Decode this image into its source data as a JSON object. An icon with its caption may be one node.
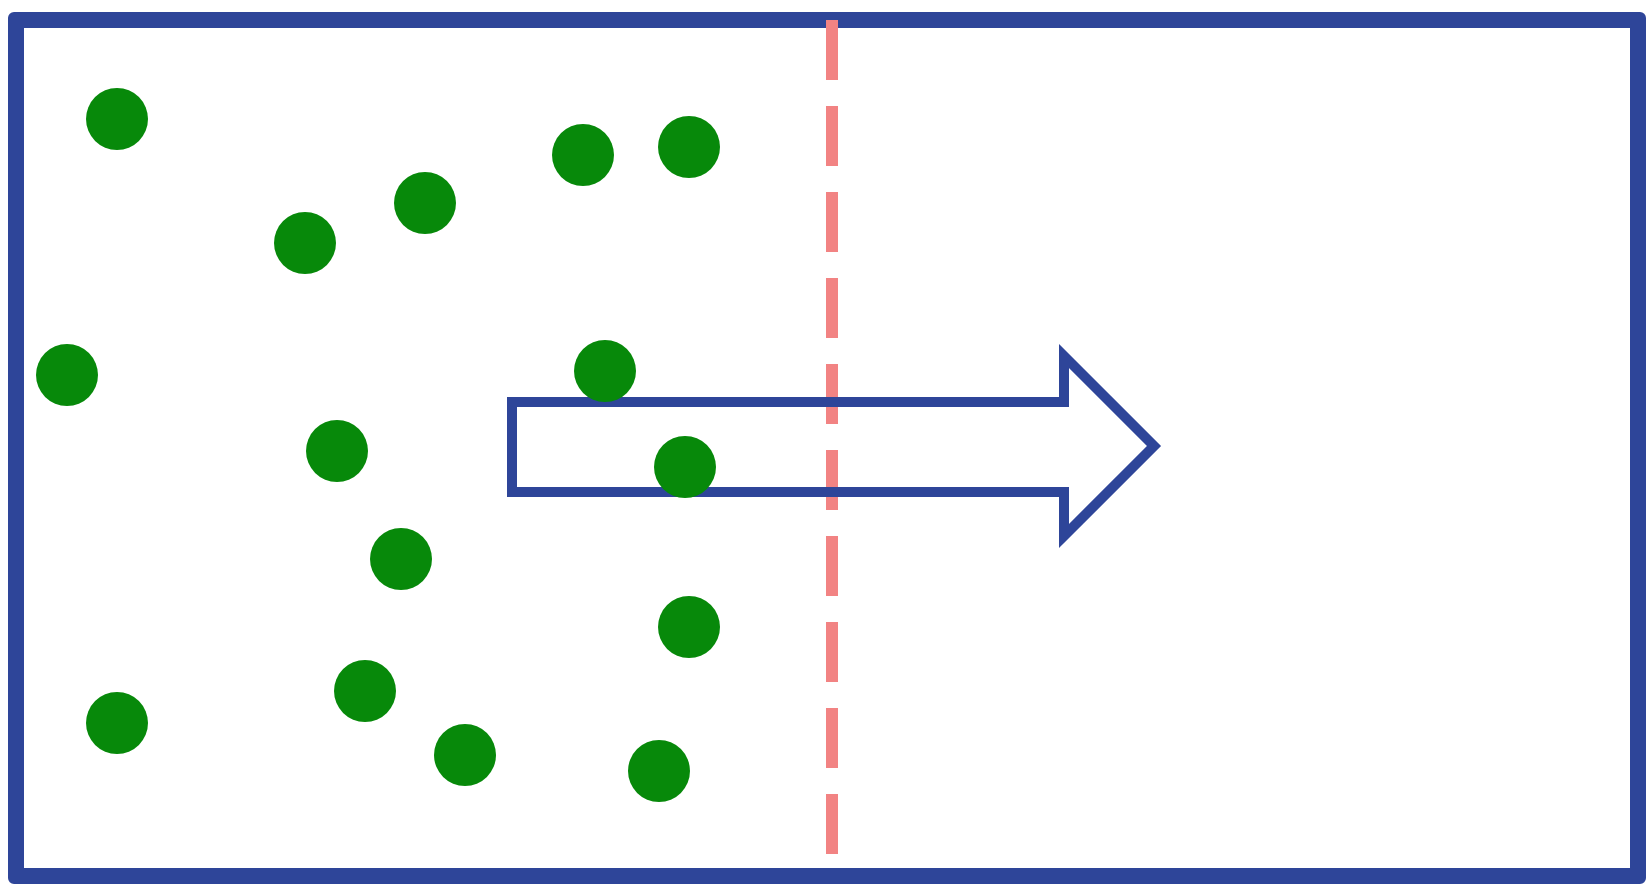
{
  "diagram": {
    "nodes": [
      {
        "text": [],
        "shape": "box"
      },
      {
        "text": [],
        "shape": "circle",
        "in": 0
      },
      {
        "text": [],
        "shape": "circle",
        "in": 0
      },
      {
        "text": [],
        "shape": "circle",
        "in": 0
      },
      {
        "text": [],
        "shape": "circle",
        "in": 0
      },
      {
        "text": [],
        "shape": "circle",
        "in": 0
      },
      {
        "text": [],
        "shape": "circle",
        "in": 0
      },
      {
        "text": [],
        "shape": "circle",
        "in": 0
      },
      {
        "text": [],
        "shape": "circle",
        "in": 0
      },
      {
        "text": [],
        "shape": "circle",
        "in": 0
      },
      {
        "text": [],
        "shape": "circle",
        "in": 0
      },
      {
        "text": [],
        "shape": "circle",
        "in": 0
      },
      {
        "text": [],
        "shape": "circle",
        "in": 0
      },
      {
        "text": [],
        "shape": "circle",
        "in": 0
      },
      {
        "text": [],
        "shape": "circle",
        "in": 0
      },
      {
        "text": [],
        "shape": "circle",
        "in": 0
      }
    ]
  }
}
